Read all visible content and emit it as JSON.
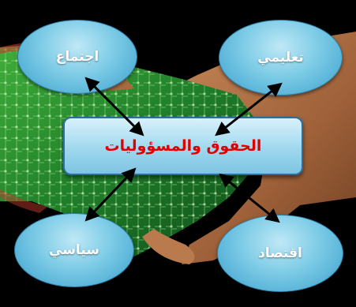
{
  "diagram": {
    "center": "الحقوق والمسؤوليات",
    "nodes": {
      "top_left": "اجتماع",
      "top_right": "تعليمي",
      "bottom_left": "سياسي",
      "bottom_right": "اقتصاد"
    }
  },
  "colors": {
    "center_text": "#e00000",
    "node_text": "#ffffff",
    "node_fill": "#7ccbe6",
    "background": "#000000"
  }
}
